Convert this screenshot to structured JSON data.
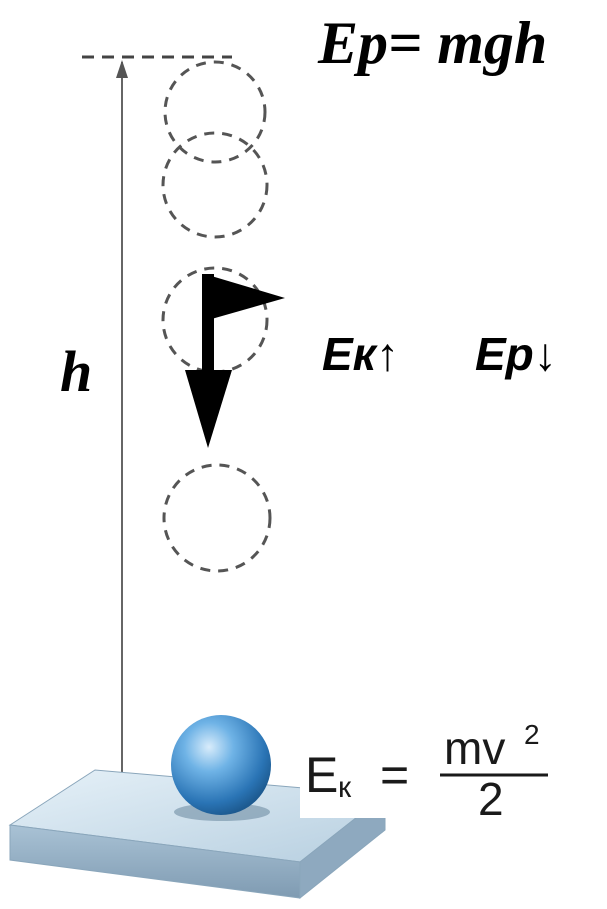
{
  "formulas": {
    "potential_energy": "Ep= mgh",
    "height_label": "h",
    "kinetic_label": "Eк↑",
    "potential_label": "Ep↓",
    "kinetic_formula": {
      "lhs": "E",
      "lhs_subscript": "к",
      "equals": "=",
      "numerator": "mv",
      "exponent": "2",
      "denominator": "2"
    }
  },
  "colors": {
    "text": "#000000",
    "dashed_outline": "#555555",
    "height_line": "#666666",
    "ball_main": "#3a86c8",
    "platform_top": "#cfe1ee",
    "platform_side": "#9fb8cc",
    "arrow": "#000000"
  }
}
